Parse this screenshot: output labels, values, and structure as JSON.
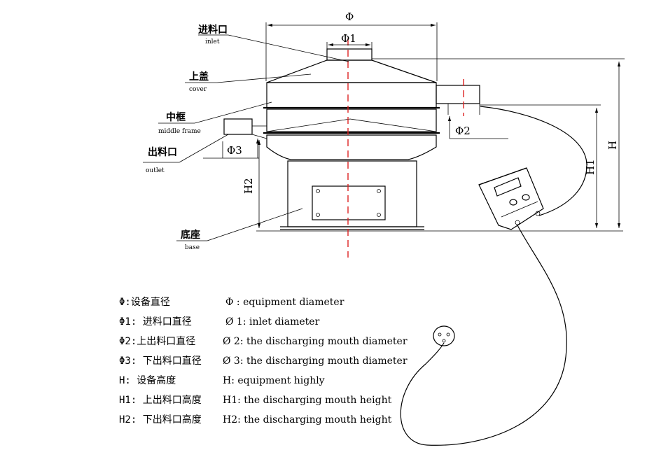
{
  "labels": {
    "inlet_cn": "进料口",
    "inlet_en": "inlet",
    "cover_cn": "上盖",
    "cover_en": "cover",
    "middle_cn": "中框",
    "middle_en": "middle frame",
    "outlet_cn": "出料口",
    "outlet_en": "outlet",
    "base_cn": "底座",
    "base_en": "base"
  },
  "dims": {
    "phi": "Φ",
    "phi1": "Φ1",
    "phi2": "Φ2",
    "phi3": "Φ3",
    "h": "H",
    "h1": "H1",
    "h2": "H2"
  },
  "legend": [
    {
      "cn": "Φ:设备直径",
      "en": "Φ : equipment diameter"
    },
    {
      "cn": "Φ1: 进料口直径",
      "en": "Ø 1:  inlet diameter"
    },
    {
      "cn": "Φ2:上出料口直径",
      "en": "Ø 2:  the discharging mouth diameter"
    },
    {
      "cn": "Φ3: 下出料口直径",
      "en": "Ø 3:  the discharging mouth diameter"
    },
    {
      "cn": "H: 设备高度",
      "en": "H:  equipment highly"
    },
    {
      "cn": "H1: 上出料口高度",
      "en": "H1:  the discharging mouth height"
    },
    {
      "cn": "H2: 下出料口高度",
      "en": "H2:  the discharging mouth height"
    }
  ]
}
